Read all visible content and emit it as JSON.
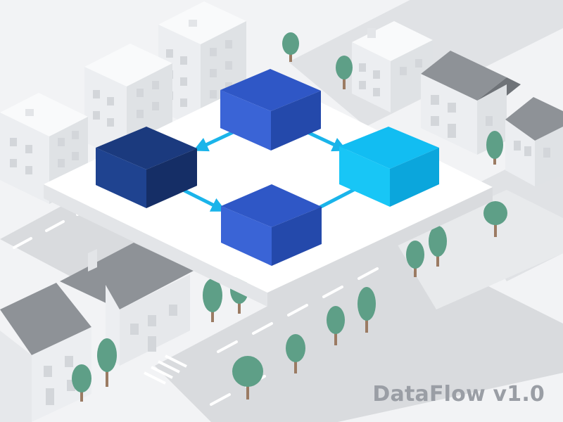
{
  "brand": {
    "text": "DataFlow v1.0"
  },
  "palette": {
    "ground": "#f2f3f5",
    "road": "#d9dbde",
    "road_mark": "#ffffff",
    "platform_top": "#ffffff",
    "platform_side": "#e3e5e8",
    "building_light": "#f7f8f9",
    "building_mid": "#e6e8eb",
    "building_dark": "#cfd2d6",
    "window": "#d3d6da",
    "roof": "#8e9297",
    "roof_dark": "#6f7378",
    "tree": "#5e9f87",
    "tree_dark": "#4a8570",
    "trunk": "#9b7b63",
    "arrow": "#1ab4ea",
    "block_royal_top": "#2f57c6",
    "block_royal_left": "#3a64d6",
    "block_royal_right": "#2449ab",
    "block_navy_top": "#1b3a7e",
    "block_navy_left": "#1f4390",
    "block_navy_right": "#152e66",
    "block_cyan_top": "#12bdf2",
    "block_cyan_left": "#18c6f6",
    "block_cyan_right": "#0ba6dc"
  },
  "flow_blocks": [
    {
      "id": "top",
      "style": "royal"
    },
    {
      "id": "left",
      "style": "navy"
    },
    {
      "id": "right",
      "style": "cyan"
    },
    {
      "id": "bottom",
      "style": "royal"
    }
  ],
  "flow_arrows": [
    {
      "from": "top",
      "to": "left"
    },
    {
      "from": "top",
      "to": "right"
    },
    {
      "from": "left",
      "to": "bottom"
    },
    {
      "from": "right",
      "to": "bottom"
    }
  ]
}
